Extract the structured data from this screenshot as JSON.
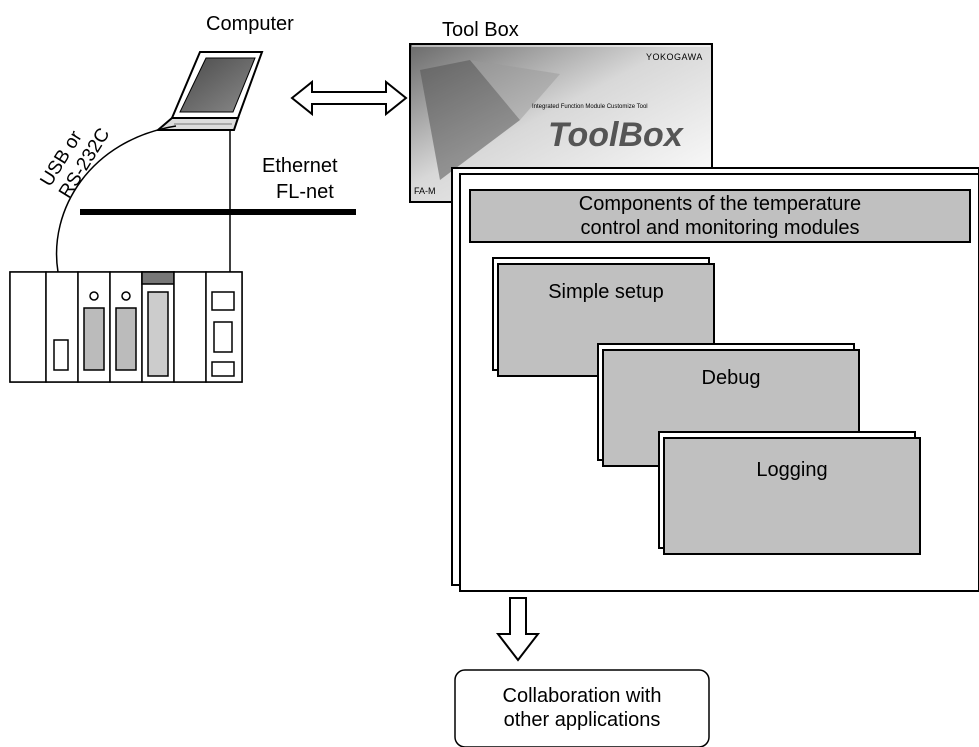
{
  "labels": {
    "computer": "Computer",
    "toolbox": "Tool Box",
    "usb_line1": "USB or",
    "usb_line2": "RS-232C",
    "ethernet": "Ethernet",
    "flnet": "FL-net"
  },
  "toolbox_splash": {
    "brand": "YOKOGAWA",
    "subtitle": "Integrated Function Module Customize Tool",
    "logo": "ToolBox",
    "corner": "FA-M"
  },
  "components_panel": {
    "title_line1": "Components of the temperature",
    "title_line2": "control and monitoring modules",
    "windows": [
      {
        "label": "Simple setup"
      },
      {
        "label": "Debug"
      },
      {
        "label": "Logging"
      }
    ]
  },
  "collaboration": {
    "line1": "Collaboration with",
    "line2": "other applications"
  },
  "colors": {
    "panel_fill": "#c0c0c0",
    "line": "#000000"
  }
}
